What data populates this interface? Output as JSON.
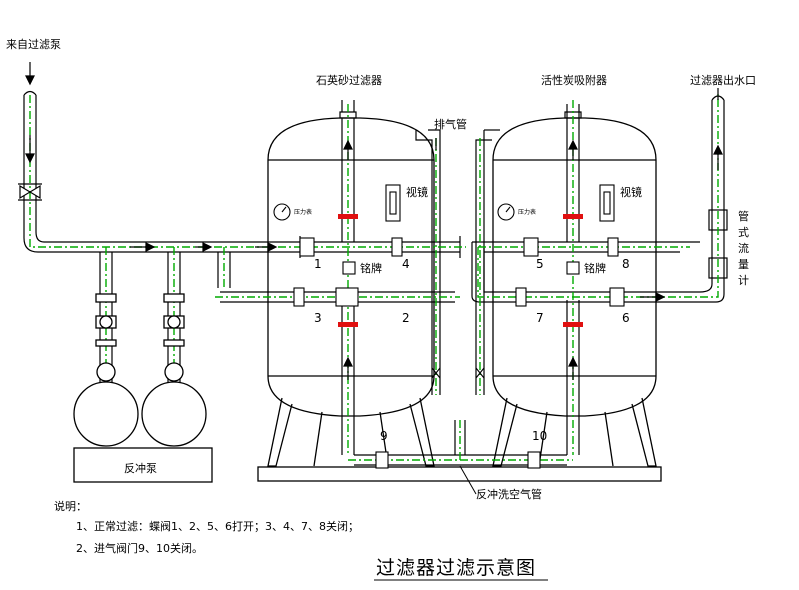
{
  "title": "过滤器过滤示意图",
  "labels": {
    "inlet": "来自过滤泵",
    "quartz_filter": "石英砂过滤器",
    "carbon_filter": "活性炭吸附器",
    "outlet": "过滤器出水口",
    "vent_pipe": "排气管",
    "backwash_pump": "反冲泵",
    "backwash_air_pipe": "反冲洗空气管",
    "flowmeter": "管式流量计",
    "sight_glass_1": "视镜",
    "sight_glass_2": "视镜",
    "nameplate_1": "铭牌",
    "nameplate_2": "铭牌",
    "gauge_1": "压力表",
    "gauge_2": "压力表"
  },
  "valves": [
    "1",
    "2",
    "3",
    "4",
    "5",
    "6",
    "7",
    "8",
    "9",
    "10"
  ],
  "notes": {
    "heading": "说明：",
    "line1": "1、正常过滤：蝶阀1、2、5、6打开；3、4、7、8关闭；",
    "line2": "2、进气阀门9、10关闭。"
  },
  "colors": {
    "line": "#000000",
    "pipe_center": "#00aa00",
    "valve_red": "#e01010"
  }
}
